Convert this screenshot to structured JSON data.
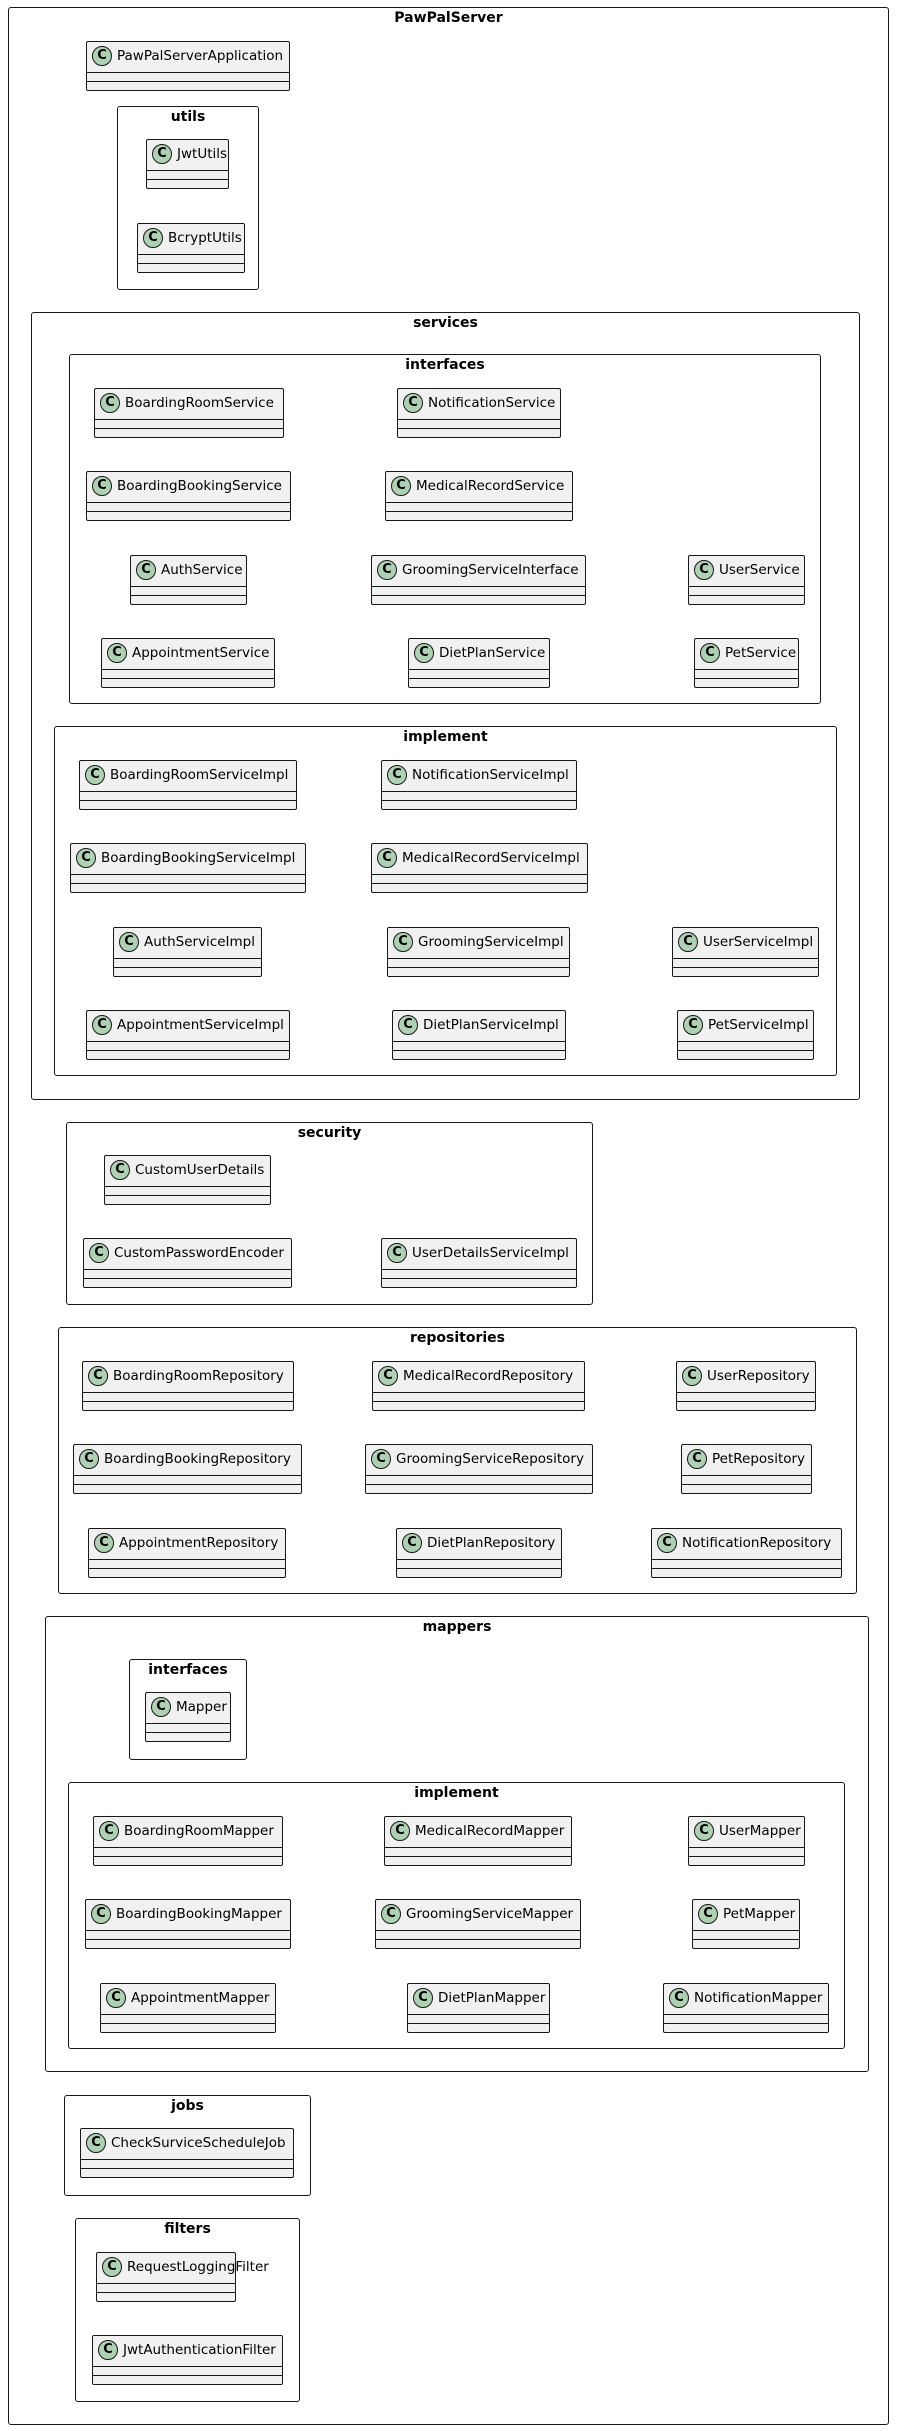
{
  "class_badge": "C",
  "packages": {
    "root": "PawPalServer",
    "utils": "utils",
    "services": "services",
    "services_interfaces": "interfaces",
    "services_implement": "implement",
    "security": "security",
    "repositories": "repositories",
    "mappers": "mappers",
    "mappers_interfaces": "interfaces",
    "mappers_implement": "implement",
    "jobs": "jobs",
    "filters": "filters"
  },
  "classes": {
    "root": [
      "PawPalServerApplication"
    ],
    "utils": [
      "JwtUtils",
      "BcryptUtils"
    ],
    "services_interfaces": [
      "BoardingRoomService",
      "NotificationService",
      "BoardingBookingService",
      "MedicalRecordService",
      "AuthService",
      "GroomingServiceInterface",
      "UserService",
      "AppointmentService",
      "DietPlanService",
      "PetService"
    ],
    "services_implement": [
      "BoardingRoomServiceImpl",
      "NotificationServiceImpl",
      "BoardingBookingServiceImpl",
      "MedicalRecordServiceImpl",
      "AuthServiceImpl",
      "GroomingServiceImpl",
      "UserServiceImpl",
      "AppointmentServiceImpl",
      "DietPlanServiceImpl",
      "PetServiceImpl"
    ],
    "security": [
      "CustomUserDetails",
      "CustomPasswordEncoder",
      "UserDetailsServiceImpl"
    ],
    "repositories": [
      "BoardingRoomRepository",
      "MedicalRecordRepository",
      "UserRepository",
      "BoardingBookingRepository",
      "GroomingServiceRepository",
      "PetRepository",
      "AppointmentRepository",
      "DietPlanRepository",
      "NotificationRepository"
    ],
    "mappers_interfaces": [
      "Mapper"
    ],
    "mappers_implement": [
      "BoardingRoomMapper",
      "MedicalRecordMapper",
      "UserMapper",
      "BoardingBookingMapper",
      "GroomingServiceMapper",
      "PetMapper",
      "AppointmentMapper",
      "DietPlanMapper",
      "NotificationMapper"
    ],
    "jobs": [
      "CheckSurviceScheduleJob"
    ],
    "filters": [
      "RequestLoggingFilter",
      "JwtAuthenticationFilter"
    ]
  }
}
